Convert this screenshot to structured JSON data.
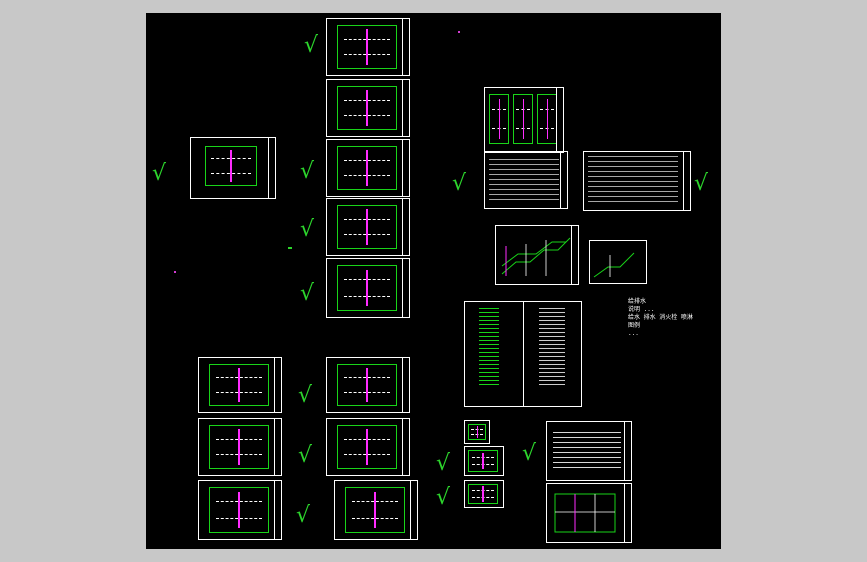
{
  "window": {
    "background_color": "#c8c8c8",
    "canvas_color": "#000000"
  },
  "colors": {
    "sheet_border": "#ffffff",
    "plan_lines": "#19d419",
    "accent": "#ff2cff",
    "check_mark": "#2cd42c"
  },
  "check_mark_glyph": "√",
  "legend": {
    "lines": [
      "给排水",
      "说明 ...",
      "给水 排水 消火栓 喷淋",
      "图例",
      "  ..."
    ]
  }
}
